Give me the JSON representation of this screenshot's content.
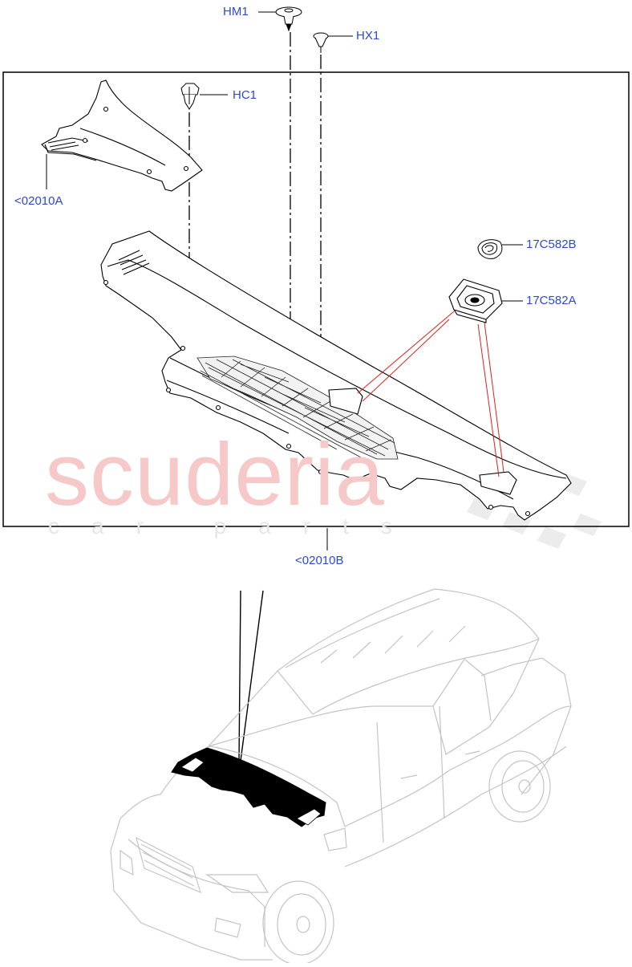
{
  "callouts": {
    "hm1": "HM1",
    "hx1": "HX1",
    "hc1": "HC1",
    "a02010": "<02010A",
    "b17c582": "17C582B",
    "a17c582": "17C582A",
    "b02010": "<02010B"
  },
  "watermark": {
    "main": "scuderia",
    "sub": "car parts"
  },
  "colors": {
    "callout_text": "#2b48d8",
    "leader_red": "#e0201c",
    "line": "#000000",
    "watermark_red": "#f7c8c8",
    "car_line": "#c8c8c8"
  }
}
